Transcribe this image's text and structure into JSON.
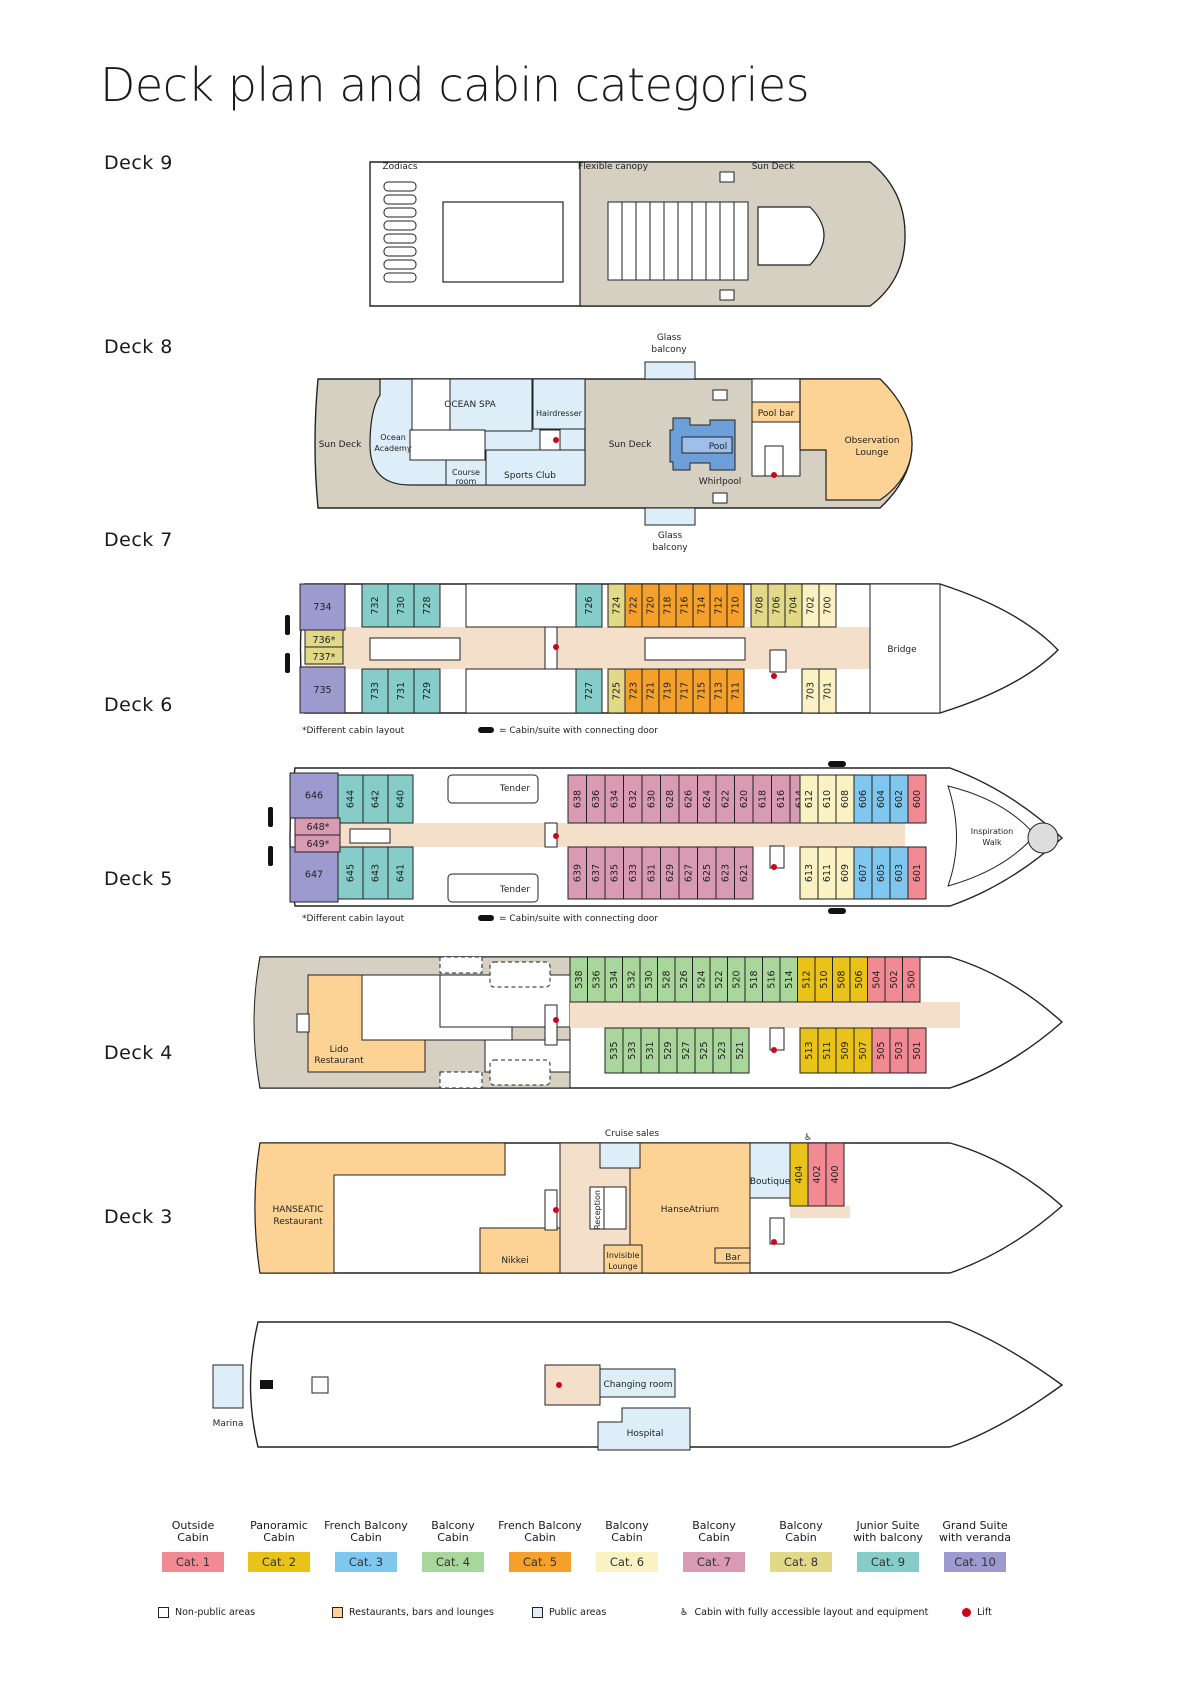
{
  "title": "Deck plan and cabin categories",
  "colors": {
    "cat1": "#f28a94",
    "cat2": "#e9c21a",
    "cat3": "#7fc7ee",
    "cat4": "#a9d69a",
    "cat5": "#f5a02a",
    "cat6": "#fbf2c3",
    "cat7": "#d99ab3",
    "cat8": "#e1d888",
    "cat9": "#86ccc8",
    "cat10": "#9d9ad0",
    "restaurant": "#fcd395",
    "public": "#ddeef8",
    "deck": "#d6d0c2",
    "corridor": "#f3dfca",
    "pool": "#6d9fd8",
    "lift": "#d0021b"
  },
  "decks": {
    "d9": {
      "label": "Deck 9",
      "zodiacs": "Zodiacs",
      "canopy": "Flexible canopy",
      "sundeck": "Sun Deck"
    },
    "d8": {
      "label": "Deck 8",
      "glass_top": [
        "Glass",
        "balcony"
      ],
      "glass_bottom": [
        "Glass",
        "balcony"
      ],
      "sundeck_left": "Sun Deck",
      "spa": "OCEAN SPA",
      "academy": [
        "Ocean",
        "Academy"
      ],
      "hairdresser": "Hairdresser",
      "course": [
        "Course",
        "room"
      ],
      "sports": "Sports Club",
      "sundeck_mid": "Sun Deck",
      "pool": "Pool",
      "whirlpool": "Whirlpool",
      "poolbar": "Pool bar",
      "observation": [
        "Observation",
        "Lounge"
      ]
    },
    "d7": {
      "label": "Deck 7",
      "bridge": "Bridge",
      "top": [
        "734",
        "732",
        "730",
        "728",
        "726",
        "724",
        "722",
        "720",
        "718",
        "716",
        "714",
        "712",
        "710",
        "708",
        "706",
        "704",
        "702",
        "700"
      ],
      "bottom": [
        "735",
        "733",
        "731",
        "729",
        "727",
        "725",
        "723",
        "721",
        "719",
        "717",
        "715",
        "713",
        "711",
        "703",
        "701"
      ],
      "special": [
        "736*",
        "737*"
      ],
      "note": "*Different cabin layout",
      "door": "= Cabin/suite with connecting door"
    },
    "d6": {
      "label": "Deck 6",
      "tender_top": "Tender",
      "tender_bottom": "Tender",
      "walk": [
        "Inspiration",
        "Walk"
      ],
      "top": [
        "646",
        "644",
        "642",
        "640",
        "638",
        "636",
        "634",
        "632",
        "630",
        "628",
        "626",
        "624",
        "622",
        "620",
        "618",
        "616",
        "614",
        "612",
        "610",
        "608",
        "606",
        "604",
        "602",
        "600"
      ],
      "bottom": [
        "647",
        "645",
        "643",
        "641",
        "639",
        "637",
        "635",
        "633",
        "631",
        "629",
        "627",
        "625",
        "623",
        "621",
        "613",
        "611",
        "609",
        "607",
        "605",
        "603",
        "601"
      ],
      "special": [
        "648*",
        "649*"
      ],
      "note": "*Different cabin layout",
      "door": "= Cabin/suite with connecting door"
    },
    "d5": {
      "label": "Deck 5",
      "lido": [
        "Lido",
        "Restaurant"
      ],
      "top": [
        "538",
        "536",
        "534",
        "532",
        "530",
        "528",
        "526",
        "524",
        "522",
        "520",
        "518",
        "516",
        "514",
        "512",
        "510",
        "508",
        "506",
        "504",
        "502",
        "500"
      ],
      "bottom": [
        "535",
        "533",
        "531",
        "529",
        "527",
        "525",
        "523",
        "521",
        "513",
        "511",
        "509",
        "507",
        "505",
        "503",
        "501"
      ]
    },
    "d4": {
      "label": "Deck 4",
      "hanseatic": [
        "HANSEATIC",
        "Restaurant"
      ],
      "nikkei": "Nikkei",
      "cruise_sales": "Cruise sales",
      "reception": "Reception",
      "invisible": [
        "Invisible",
        "Lounge"
      ],
      "atrium": "HanseAtrium",
      "bar": "Bar",
      "boutique": "Boutique",
      "cabins": [
        "404",
        "402",
        "400"
      ],
      "accessible": "♿"
    },
    "d3": {
      "label": "Deck 3",
      "marina": "Marina",
      "changing": "Changing room",
      "hospital": "Hospital"
    }
  },
  "categories": [
    {
      "name": [
        "Outside",
        "Cabin"
      ],
      "code": "Cat. 1",
      "color": "#f28a94"
    },
    {
      "name": [
        "Panoramic",
        "Cabin"
      ],
      "code": "Cat. 2",
      "color": "#e9c21a"
    },
    {
      "name": [
        "French Balcony",
        "Cabin"
      ],
      "code": "Cat. 3",
      "color": "#7fc7ee"
    },
    {
      "name": [
        "Balcony",
        "Cabin"
      ],
      "code": "Cat. 4",
      "color": "#a9d69a"
    },
    {
      "name": [
        "French Balcony",
        "Cabin"
      ],
      "code": "Cat. 5",
      "color": "#f5a02a"
    },
    {
      "name": [
        "Balcony",
        "Cabin"
      ],
      "code": "Cat. 6",
      "color": "#fbf2c3"
    },
    {
      "name": [
        "Balcony",
        "Cabin"
      ],
      "code": "Cat. 7",
      "color": "#d99ab3"
    },
    {
      "name": [
        "Balcony",
        "Cabin"
      ],
      "code": "Cat. 8",
      "color": "#e1d888"
    },
    {
      "name": [
        "Junior Suite",
        "with balcony"
      ],
      "code": "Cat. 9",
      "color": "#86ccc8"
    },
    {
      "name": [
        "Grand Suite",
        "with veranda"
      ],
      "code": "Cat. 10",
      "color": "#9d9ad0"
    }
  ],
  "keys": {
    "nonpublic": "Non-public areas",
    "restaurants": "Restaurants, bars and lounges",
    "public": "Public areas",
    "accessible": "Cabin with fully accessible layout and equipment",
    "lift": "Lift"
  }
}
